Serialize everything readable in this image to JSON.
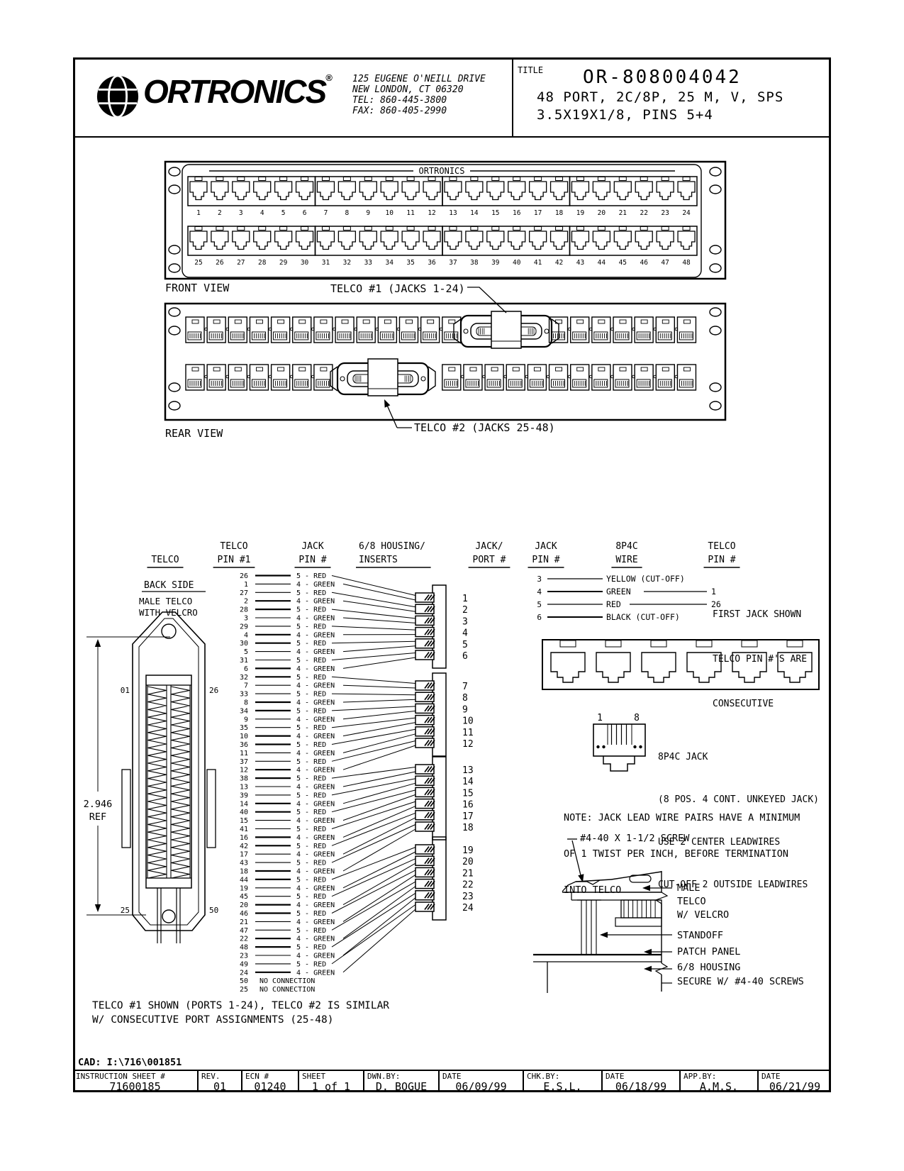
{
  "header": {
    "brand": "ORTRONICS",
    "registered": "®",
    "address_lines": [
      "125 EUGENE O'NEILL DRIVE",
      "NEW LONDON, CT 06320",
      "TEL: 860-445-3800",
      "FAX: 860-405-2990"
    ],
    "title_label": "TITLE",
    "part_number": "OR-808004042",
    "title_line2": "48 PORT,  2C/8P, 25 M, V, SPS",
    "title_line3": "3.5X19X1/8, PINS 5+4"
  },
  "front_view": {
    "label": "FRONT VIEW",
    "panel_brand": "ORTRONICS",
    "row1_ports": [
      1,
      2,
      3,
      4,
      5,
      6,
      7,
      8,
      9,
      10,
      11,
      12,
      13,
      14,
      15,
      16,
      17,
      18,
      19,
      20,
      21,
      22,
      23,
      24
    ],
    "row2_ports": [
      25,
      26,
      27,
      28,
      29,
      30,
      31,
      32,
      33,
      34,
      35,
      36,
      37,
      38,
      39,
      40,
      41,
      42,
      43,
      44,
      45,
      46,
      47,
      48
    ]
  },
  "rear_view": {
    "label": "REAR VIEW",
    "telco1_label": "TELCO #1 (JACKS 1-24)",
    "telco2_label": "TELCO #2 (JACKS 25-48)"
  },
  "wiring": {
    "col_headers": [
      [
        "",
        "TELCO"
      ],
      [
        "TELCO",
        "PIN #1"
      ],
      [
        "JACK",
        "PIN #"
      ],
      [
        "6/8 HOUSING/",
        "INSERTS"
      ],
      [
        "JACK/",
        "PORT #"
      ],
      [
        "JACK",
        "PIN #"
      ],
      [
        "8P4C",
        "WIRE"
      ],
      [
        "TELCO",
        "PIN #"
      ]
    ],
    "back_side": "BACK SIDE",
    "male_telco": [
      "MALE TELCO",
      "WITH VELCRO"
    ],
    "dim_value": "2.946",
    "dim_ref": "REF",
    "corner_pins": {
      "tl": "01",
      "tr": "26",
      "bl": "25",
      "br": "50"
    },
    "pairs": [
      [
        26,
        1
      ],
      [
        27,
        2
      ],
      [
        28,
        3
      ],
      [
        29,
        4
      ],
      [
        30,
        5
      ],
      [
        31,
        6
      ],
      [
        32,
        7
      ],
      [
        33,
        8
      ],
      [
        34,
        9
      ],
      [
        35,
        10
      ],
      [
        36,
        11
      ],
      [
        37,
        12
      ],
      [
        38,
        13
      ],
      [
        39,
        14
      ],
      [
        40,
        15
      ],
      [
        41,
        16
      ],
      [
        42,
        17
      ],
      [
        43,
        18
      ],
      [
        44,
        19
      ],
      [
        45,
        20
      ],
      [
        46,
        21
      ],
      [
        47,
        22
      ],
      [
        48,
        23
      ],
      [
        49,
        24
      ]
    ],
    "red_label": "5 - RED",
    "green_label": "4 - GREEN",
    "no_connection": [
      [
        50,
        "NO CONNECTION"
      ],
      [
        25,
        "NO CONNECTION"
      ]
    ],
    "ports": [
      1,
      2,
      3,
      4,
      5,
      6,
      7,
      8,
      9,
      10,
      11,
      12,
      13,
      14,
      15,
      16,
      17,
      18,
      19,
      20,
      21,
      22,
      23,
      24
    ],
    "jack_wires": [
      {
        "pin": 3,
        "label": "YELLOW (CUT-OFF)",
        "telco": ""
      },
      {
        "pin": 4,
        "label": "GREEN",
        "telco": "1"
      },
      {
        "pin": 5,
        "label": "RED",
        "telco": "26"
      },
      {
        "pin": 6,
        "label": "BLACK (CUT-OFF)",
        "telco": ""
      }
    ],
    "first_jack_note": [
      "FIRST JACK SHOWN",
      "TELCO PIN #'S ARE",
      "CONSECUTIVE"
    ],
    "jack_icon_pins": [
      "1",
      "8"
    ],
    "jack_note": [
      "8P4C JACK",
      "(8 POS. 4 CONT. UNKEYED JACK)",
      "USE 2 CENTER LEADWIRES",
      "CUT-OFF 2 OUTSIDE LEADWIRES"
    ],
    "twist_note": [
      "NOTE: JACK LEAD WIRE PAIRS HAVE A MINIMUM",
      "OF 1 TWIST PER INCH, BEFORE TERMINATION",
      "INTO TELCO"
    ],
    "screw_label": "#4-40 X 1-1/2 SCREW",
    "assembly_labels": [
      "MALE",
      "TELCO",
      "W/ VELCRO",
      "STANDOFF",
      "PATCH PANEL",
      "6/8 HOUSING",
      "SECURE W/ #4-40 SCREWS"
    ],
    "bottom_note": [
      "TELCO #1 SHOWN (PORTS 1-24), TELCO #2 IS SIMILAR",
      "W/ CONSECUTIVE PORT ASSIGNMENTS (25-48)"
    ]
  },
  "footer": {
    "cad": "CAD: I:\\716\\001851",
    "cells": [
      {
        "label": "INSTRUCTION SHEET #",
        "value": "71600185"
      },
      {
        "label": "REV.",
        "value": "01"
      },
      {
        "label": "ECN #",
        "value": "01240"
      },
      {
        "label": "SHEET",
        "value": "1 of 1"
      },
      {
        "label": "DWN.BY:",
        "value": "D. BOGUE"
      },
      {
        "label": "DATE",
        "value": "06/09/99"
      },
      {
        "label": "CHK.BY:",
        "value": "E.S.L."
      },
      {
        "label": "DATE",
        "value": "06/18/99"
      },
      {
        "label": "APP.BY:",
        "value": "A.M.S."
      },
      {
        "label": "DATE",
        "value": "06/21/99"
      }
    ]
  }
}
